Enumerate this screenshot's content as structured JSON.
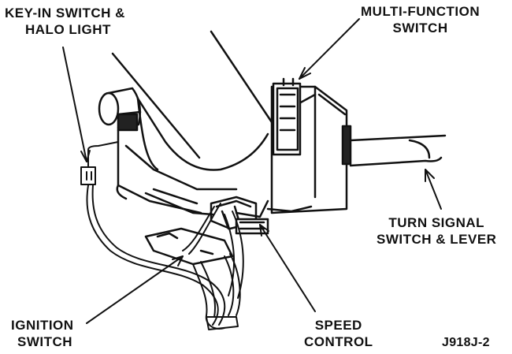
{
  "labels": {
    "key_in": [
      "KEY-IN SWITCH &",
      "HALO LIGHT"
    ],
    "multi_function": [
      "MULTI-FUNCTION",
      "SWITCH"
    ],
    "turn_signal": [
      "TURN SIGNAL",
      "SWITCH & LEVER"
    ],
    "ignition": [
      "IGNITION",
      "SWITCH"
    ],
    "speed_control": [
      "SPEED",
      "CONTROL"
    ],
    "figure_code": "J918J-2"
  },
  "colors": {
    "ink": "#111111",
    "paper": "#ffffff"
  }
}
